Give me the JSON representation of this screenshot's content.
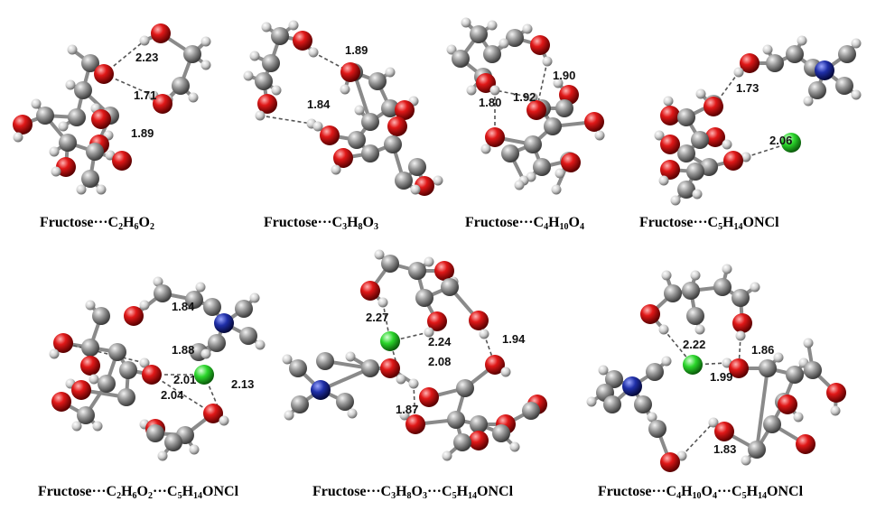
{
  "panels": [
    {
      "id": "p1",
      "caption": [
        "Fructose···C",
        {
          "sub": "2"
        },
        "H",
        {
          "sub": "6"
        },
        "O",
        {
          "sub": "2"
        }
      ],
      "distances": [
        "2.23",
        "1.71",
        "1.89"
      ]
    },
    {
      "id": "p2",
      "caption": [
        "Fructose···C",
        {
          "sub": "3"
        },
        "H",
        {
          "sub": "8"
        },
        "O",
        {
          "sub": "3"
        }
      ],
      "distances": [
        "1.89",
        "1.84"
      ]
    },
    {
      "id": "p3",
      "caption": [
        "Fructose···C",
        {
          "sub": "4"
        },
        "H",
        {
          "sub": "10"
        },
        "O",
        {
          "sub": "4"
        }
      ],
      "distances": [
        "1.90",
        "1.80",
        "1.92"
      ]
    },
    {
      "id": "p4",
      "caption": [
        "Fructose···C",
        {
          "sub": "5"
        },
        "H",
        {
          "sub": "14"
        },
        "ONCl"
      ],
      "distances": [
        "1.73",
        "2.06"
      ]
    },
    {
      "id": "p5",
      "caption": [
        "Fructose···C",
        {
          "sub": "2"
        },
        "H",
        {
          "sub": "6"
        },
        "O",
        {
          "sub": "2"
        },
        "···C",
        {
          "sub": "5"
        },
        "H",
        {
          "sub": "14"
        },
        "ONCl"
      ],
      "distances": [
        "1.84",
        "1.88",
        "2.01",
        "2.13",
        "2.04"
      ]
    },
    {
      "id": "p6",
      "caption": [
        "Fructose···C",
        {
          "sub": "3"
        },
        "H",
        {
          "sub": "8"
        },
        "O",
        {
          "sub": "3"
        },
        "···C",
        {
          "sub": "5"
        },
        "H",
        {
          "sub": "14"
        },
        "ONCl"
      ],
      "distances": [
        "2.27",
        "2.24",
        "2.08",
        "1.94",
        "1.87"
      ]
    },
    {
      "id": "p7",
      "caption": [
        "Fructose···C",
        {
          "sub": "4"
        },
        "H",
        {
          "sub": "10"
        },
        "O",
        {
          "sub": "4"
        },
        "···C",
        {
          "sub": "5"
        },
        "H",
        {
          "sub": "14"
        },
        "ONCl"
      ],
      "distances": [
        "2.22",
        "1.86",
        "1.99",
        "1.83"
      ]
    }
  ],
  "atom_colors": {
    "carbon": "#8c8c8c",
    "oxygen": "#d41414",
    "hydrogen": "#c8c8c8",
    "nitrogen": "#1f2fa8",
    "chlorine": "#27d127"
  }
}
